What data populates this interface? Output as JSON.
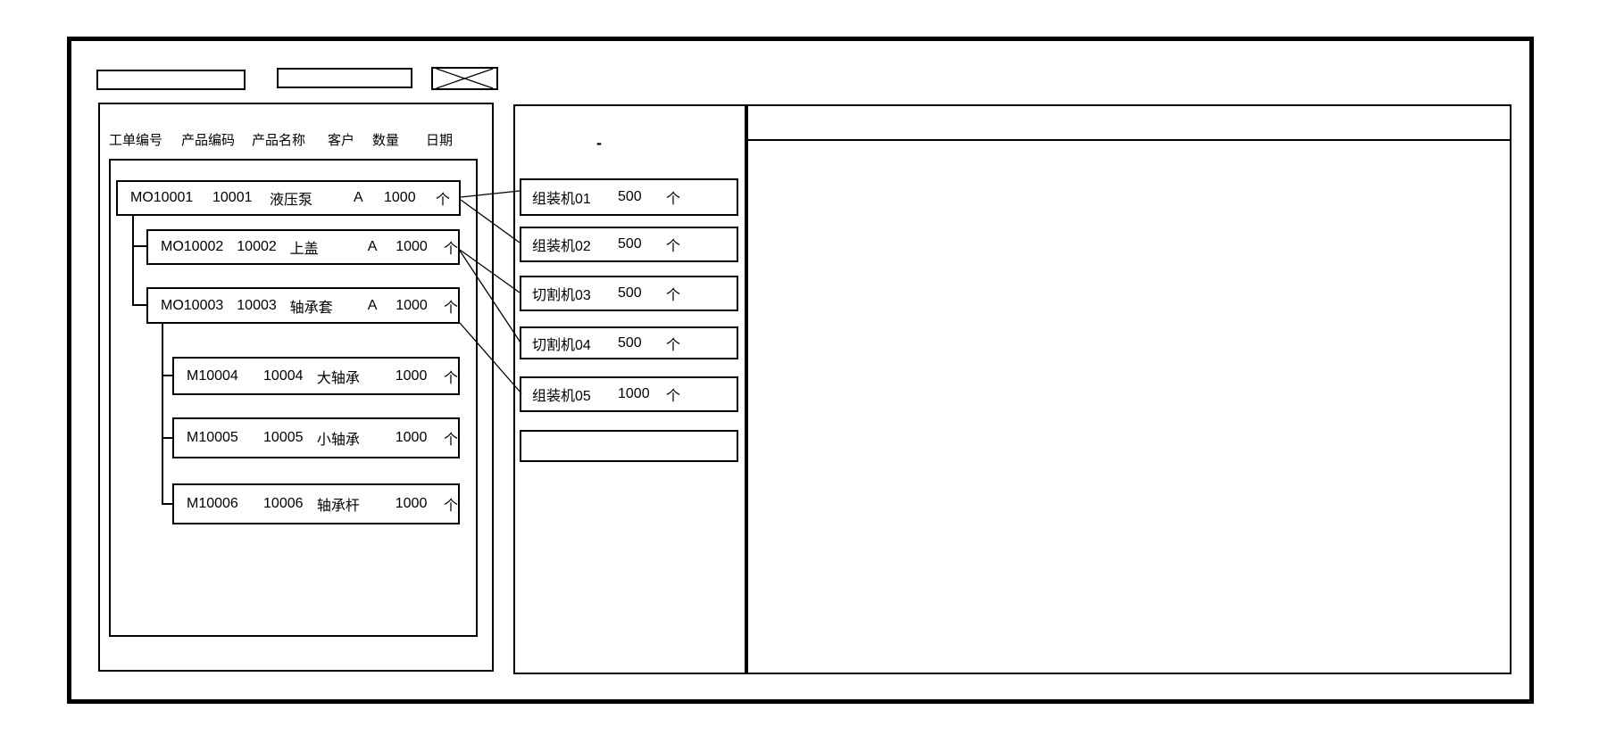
{
  "colors": {
    "line": "#000000",
    "background": "#ffffff"
  },
  "toolbar": {
    "field1_value": "",
    "field2_value": "",
    "close_icon": "x-cross"
  },
  "left_panel": {
    "columns": [
      "工单编号",
      "产品编码",
      "产品名称",
      "客户",
      "数量",
      "日期"
    ],
    "orders": [
      {
        "order_no": "MO10001",
        "product_code": "10001",
        "product_name": "液压泵",
        "customer": "A",
        "qty": "1000",
        "unit": "个",
        "level": 0
      },
      {
        "order_no": "MO10002",
        "product_code": "10002",
        "product_name": "上盖",
        "customer": "A",
        "qty": "1000",
        "unit": "个",
        "level": 1
      },
      {
        "order_no": "MO10003",
        "product_code": "10003",
        "product_name": "轴承套",
        "customer": "A",
        "qty": "1000",
        "unit": "个",
        "level": 1
      },
      {
        "order_no": "M10004",
        "product_code": "10004",
        "product_name": "大轴承",
        "customer": "",
        "qty": "1000",
        "unit": "个",
        "level": 2
      },
      {
        "order_no": "M10005",
        "product_code": "10005",
        "product_name": "小轴承",
        "customer": "",
        "qty": "1000",
        "unit": "个",
        "level": 2
      },
      {
        "order_no": "M10006",
        "product_code": "10006",
        "product_name": "轴承杆",
        "customer": "",
        "qty": "1000",
        "unit": "个",
        "level": 2
      }
    ]
  },
  "middle_panel": {
    "dot_mark": "-",
    "machines": [
      {
        "label": "组装机01",
        "qty": "500",
        "unit": "个"
      },
      {
        "label": "组装机02",
        "qty": "500",
        "unit": "个"
      },
      {
        "label": "切割机03",
        "qty": "500",
        "unit": "个"
      },
      {
        "label": "切割机04",
        "qty": "500",
        "unit": "个"
      },
      {
        "label": "组装机05",
        "qty": "1000",
        "unit": "个"
      },
      {
        "label": "",
        "qty": "",
        "unit": ""
      }
    ]
  },
  "right_panel": {
    "content": ""
  },
  "links": [
    {
      "from": "MO10001",
      "to": "组装机01"
    },
    {
      "from": "MO10001",
      "to": "组装机02"
    },
    {
      "from": "MO10002",
      "to": "切割机03"
    },
    {
      "from": "MO10002",
      "to": "切割机04"
    },
    {
      "from": "MO10003",
      "to": "组装机05"
    }
  ]
}
